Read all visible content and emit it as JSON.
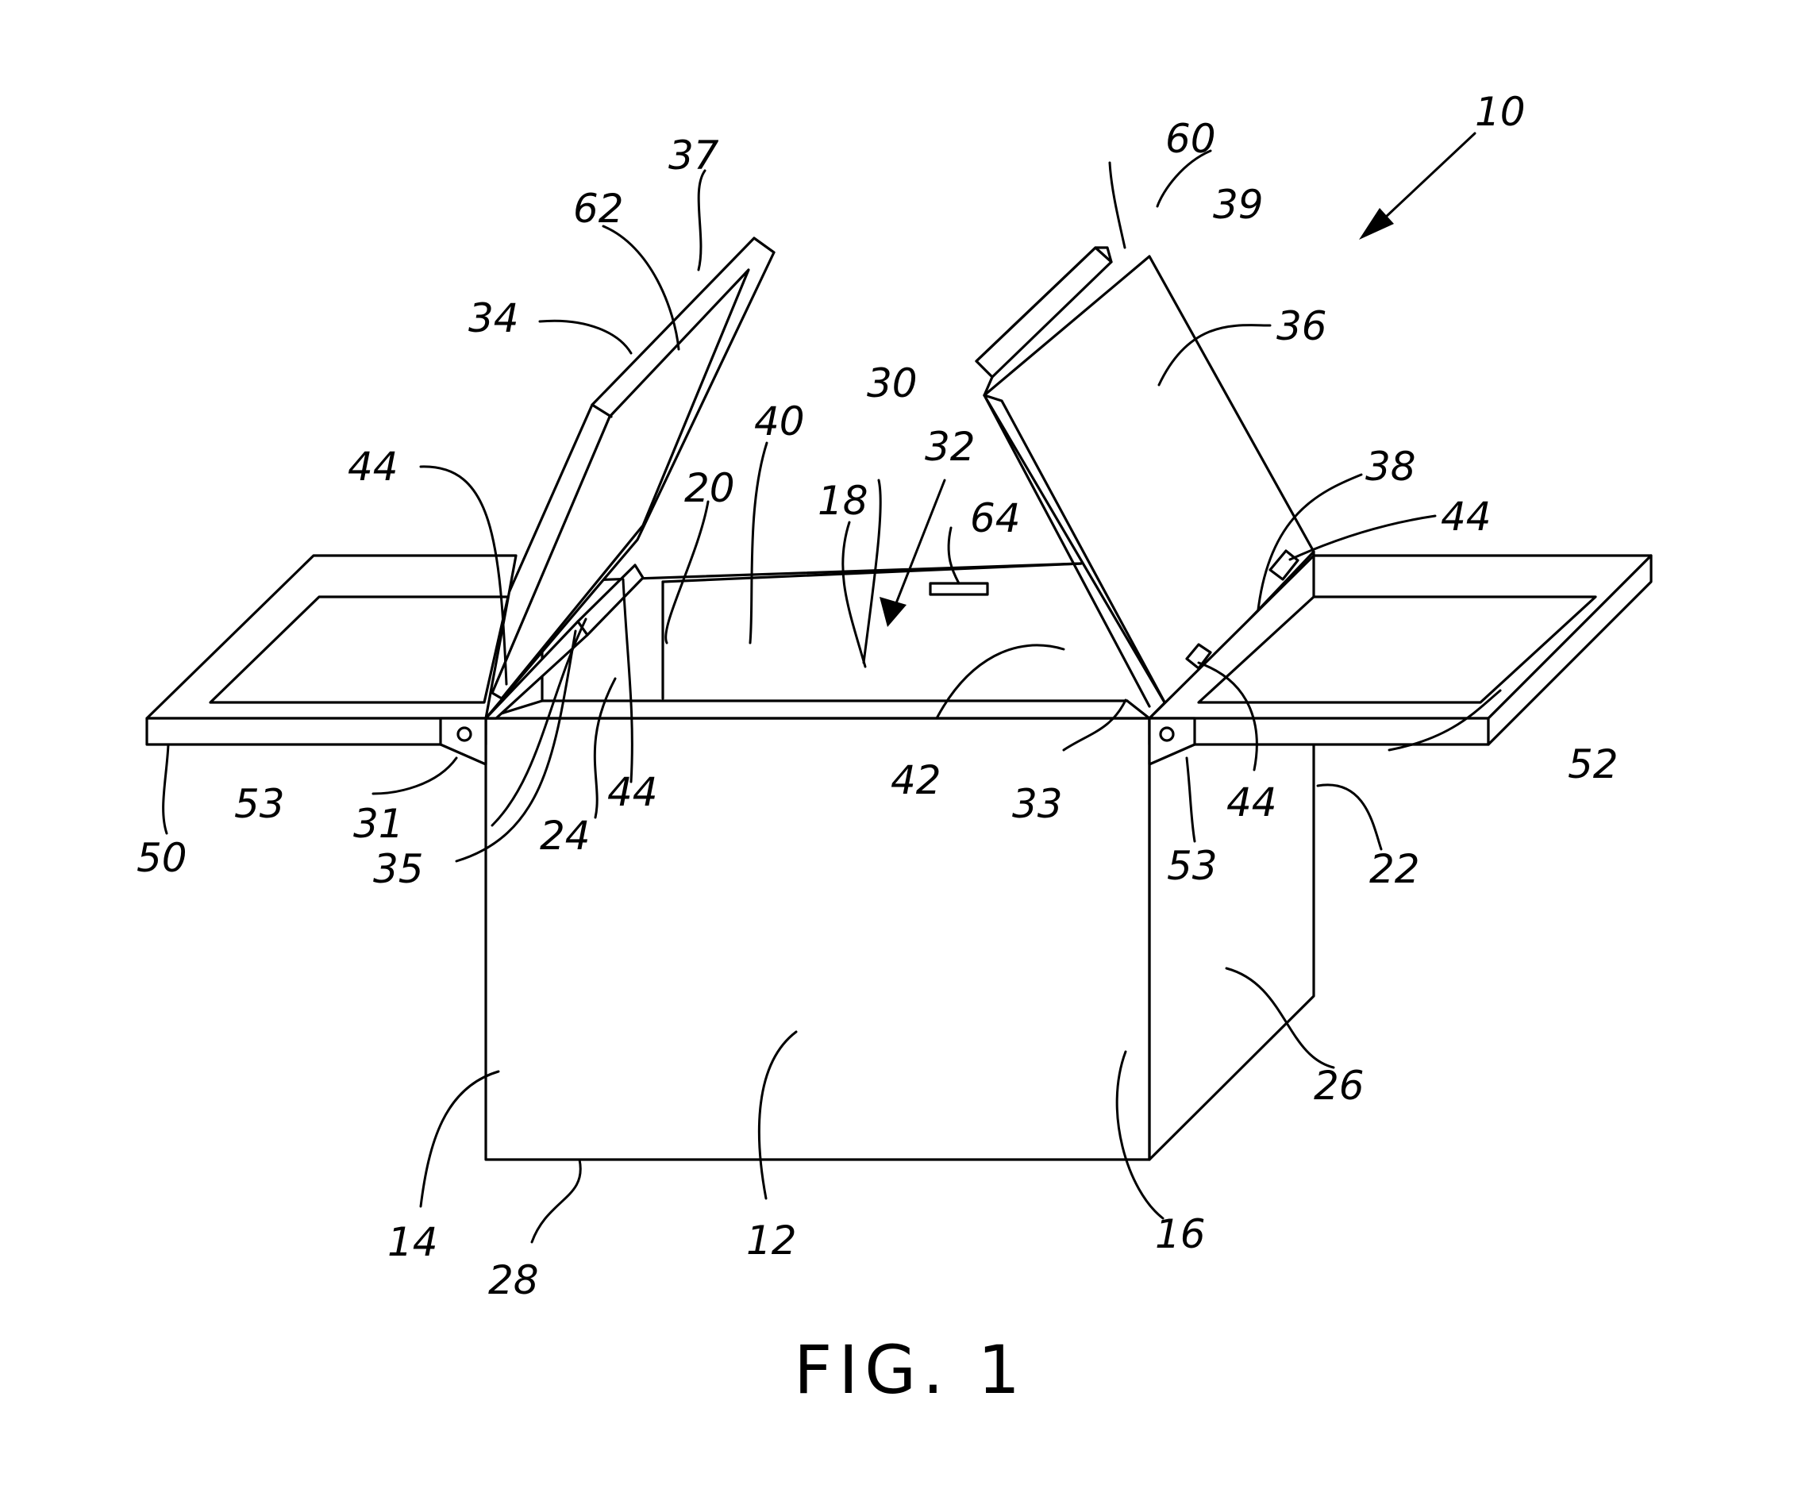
{
  "figure": {
    "caption": "FIG. 1",
    "reference_numerals": {
      "r10": "10",
      "r12": "12",
      "r14": "14",
      "r16": "16",
      "r18": "18",
      "r20": "20",
      "r22": "22",
      "r24": "24",
      "r26": "26",
      "r28": "28",
      "r30": "30",
      "r31": "31",
      "r32": "32",
      "r33": "33",
      "r34": "34",
      "r35": "35",
      "r36": "36",
      "r37": "37",
      "r38": "38",
      "r39": "39",
      "r40": "40",
      "r42": "42",
      "r44": "44",
      "r50": "50",
      "r52": "52",
      "r53": "53",
      "r60": "60",
      "r62": "62",
      "r64": "64"
    }
  }
}
